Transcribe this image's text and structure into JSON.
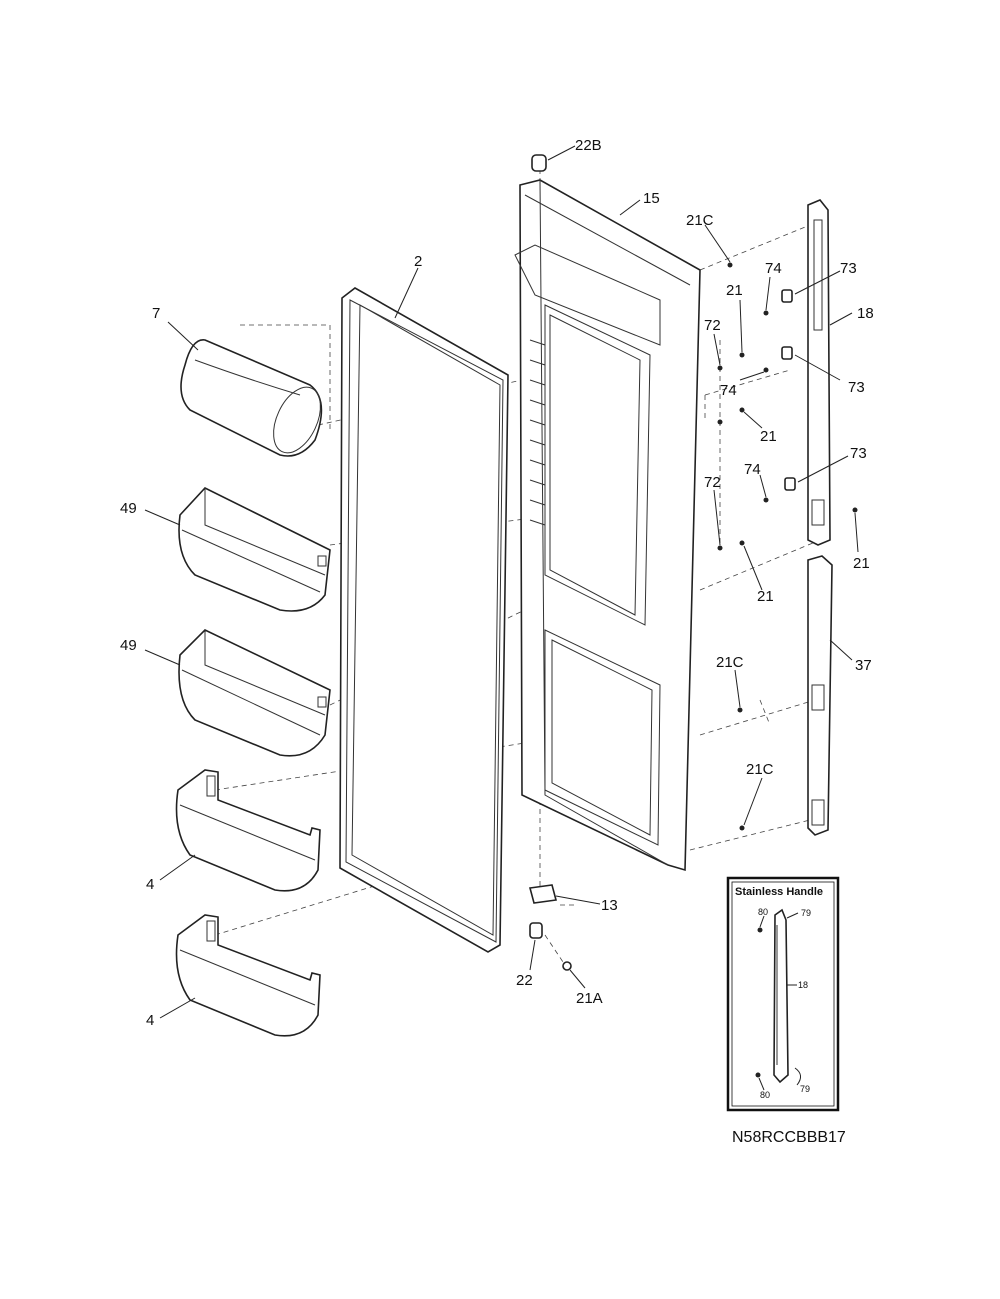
{
  "labels": {
    "p22b": "22B",
    "p15": "15",
    "p21c_top": "21C",
    "p2": "2",
    "p7": "7",
    "p74_a": "74",
    "p73_a": "73",
    "p21_a": "21",
    "p18": "18",
    "p72_a": "72",
    "p74_b": "74",
    "p73_b": "73",
    "p21_b": "21",
    "p72_b": "72",
    "p74_c": "74",
    "p73_c": "73",
    "p49_a": "49",
    "p21_c": "21",
    "p21_d": "21",
    "p49_b": "49",
    "p37": "37",
    "p21c_mid": "21C",
    "p21c_low": "21C",
    "p4_a": "4",
    "p13": "13",
    "p22": "22",
    "p21a": "21A",
    "p4_b": "4"
  },
  "inset": {
    "title": "Stainless Handle",
    "l80_top": "80",
    "l79_top": "79",
    "l18": "18",
    "l80_bot": "80",
    "l79_bot": "79"
  },
  "diagram_code": "N58RCCBBB17"
}
